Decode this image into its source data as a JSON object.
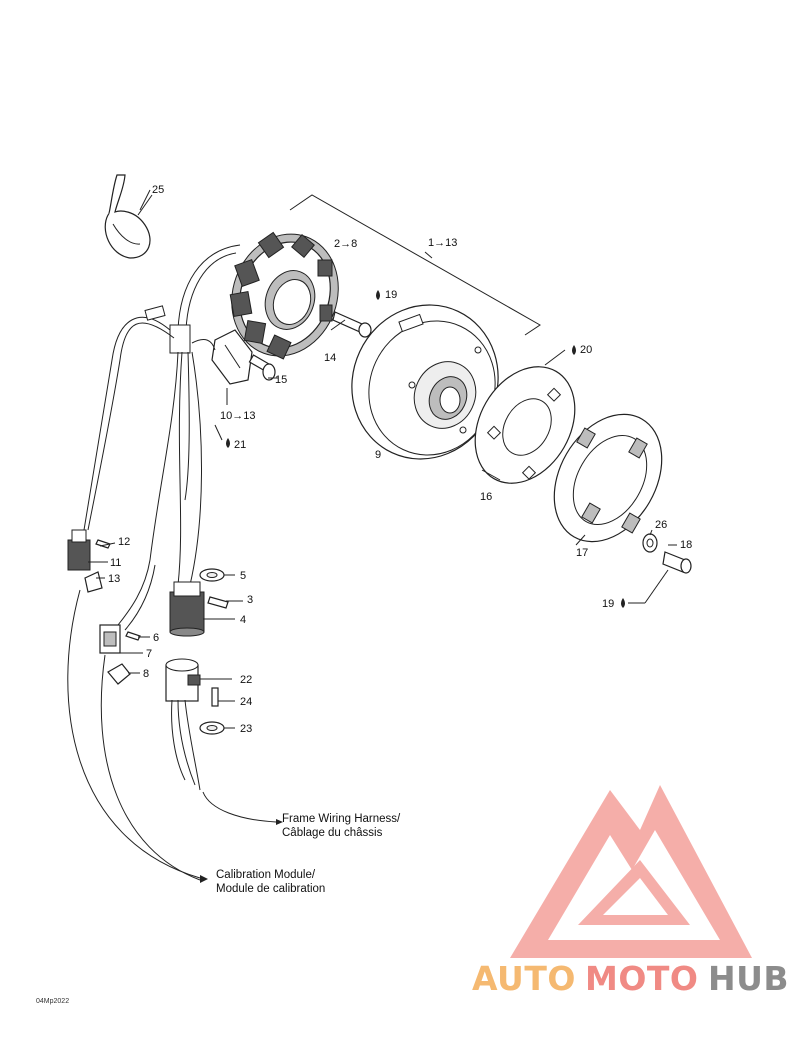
{
  "callouts": {
    "c25": "25",
    "c2_8": "2→8",
    "c1_13": "1→13",
    "c19_top": "19",
    "c14": "14",
    "c15": "15",
    "c20": "20",
    "c10_13": "10→13",
    "c21": "21",
    "c9": "9",
    "c16": "16",
    "c26": "26",
    "c18": "18",
    "c17": "17",
    "c19_bottom": "19",
    "c12": "12",
    "c11": "11",
    "c13": "13",
    "c5": "5",
    "c3": "3",
    "c4": "4",
    "c6": "6",
    "c7": "7",
    "c8": "8",
    "c22": "22",
    "c24": "24",
    "c23": "23"
  },
  "captions": {
    "frame_harness_en": "Frame Wiring Harness/",
    "frame_harness_fr": "Câblage du châssis",
    "calibration_en": "Calibration Module/",
    "calibration_fr": "Module de calibration"
  },
  "figure_id": "04Mp2022",
  "watermark": {
    "part1": "AUTO",
    "part2": "MOTO",
    "part3": "HUB",
    "color_orange": "#f5b971",
    "color_red": "#f08a84",
    "color_gray": "#8c8c8c"
  }
}
